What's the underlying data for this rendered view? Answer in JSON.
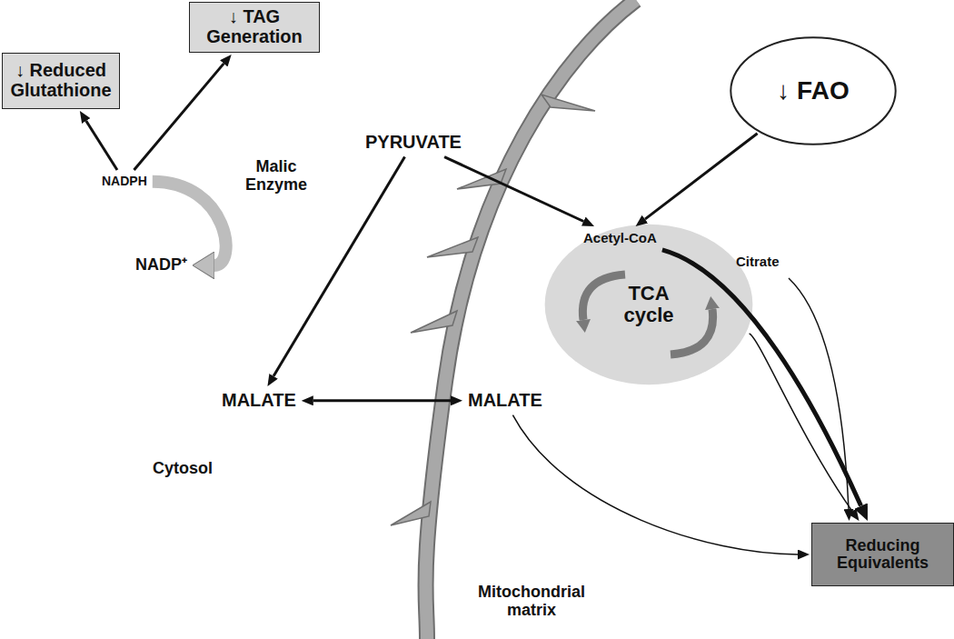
{
  "diagram": {
    "nodes": [
      {
        "text": [
          "↓ Reduced Glutathione"
        ]
      },
      {
        "text": [
          "↓ TAG Generation"
        ]
      },
      {
        "text": [
          "NADPH"
        ]
      },
      {
        "text": [
          "PYRUVATE"
        ]
      },
      {
        "text": [
          "↓ FAO"
        ]
      },
      {
        "text": [
          "NADP⁺"
        ]
      },
      {
        "text": [
          "Acetyl-CoA"
        ]
      },
      {
        "text": [
          "MALATE"
        ]
      },
      {
        "text": [
          "MALATE"
        ]
      },
      {
        "text": [
          "TCA cycle"
        ]
      },
      {
        "text": [
          "Reducing Equivalents"
        ]
      }
    ],
    "edges": [
      {
        "from": 2,
        "to": 0,
        "arrow": "to"
      },
      {
        "from": 2,
        "to": 1,
        "arrow": "to"
      },
      {
        "from": 2,
        "to": 5,
        "arrow": "to"
      },
      {
        "from": 3,
        "to": 7,
        "arrow": "to"
      },
      {
        "from": 3,
        "to": 6,
        "arrow": "to"
      },
      {
        "from": 4,
        "to": 6,
        "arrow": "to"
      },
      {
        "from": 7,
        "to": 8,
        "arrow": "both"
      },
      {
        "from": 6,
        "to": 10,
        "arrow": "to"
      },
      {
        "from": 9,
        "to": 10,
        "arrow": "to"
      },
      {
        "from": 8,
        "to": 10,
        "arrow": "to"
      }
    ],
    "labels": [
      "Malic Enzyme",
      "Citrate",
      "Cytosol",
      "Mitochondrial matrix"
    ]
  }
}
